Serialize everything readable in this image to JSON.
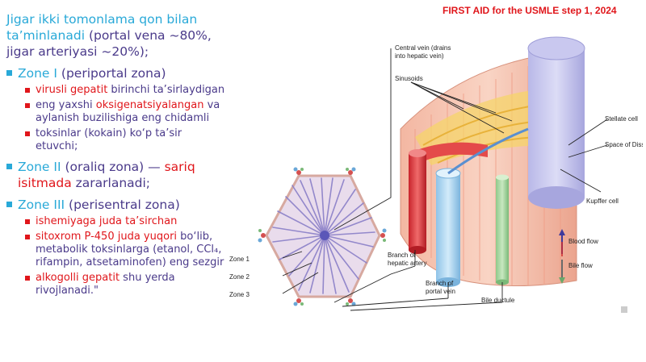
{
  "source": "FIRST AID for the USMLE step 1, 2024",
  "intro": {
    "highlight": "Jigar ikki tomonlama qon bilan ta’minlanadi",
    "rest": " (portal vena ~80%, jigar arteriyasi ~20%);"
  },
  "zone1": {
    "name": "Zone I",
    "rest": " (periportal zona)",
    "items": [
      {
        "red": "virusli gepatit",
        "text": " birinchi ta’sirlaydigan"
      },
      {
        "pre": "eng yaxshi ",
        "red": "oksigenatsiyalangan",
        "text": " va aylanish buzilishiga eng chidamli"
      },
      {
        "text": "toksinlar (kokain) ko‘p ta’sir etuvchi;"
      }
    ]
  },
  "zone2": {
    "name": "Zone II",
    "rest": " (oraliq zona) — ",
    "warn": "sariq isitmada",
    "tail": " zararlanadi;"
  },
  "zone3": {
    "name": "Zone III",
    "rest": " (perisentral zona)",
    "items": [
      {
        "red": "ishemiyaga juda ta’sirchan"
      },
      {
        "red": "sitoxrom P-450 juda yuqori",
        "text": " bo‘lib, metabolik toksinlarga (etanol, CCl₄, rifampin, atsetaminofen) eng sezgir"
      },
      {
        "red": "alkogolli gepatit",
        "text": " shu yerda rivojlanadi.\""
      }
    ]
  },
  "diagram_labels": {
    "central_vein": "Central vein (drains",
    "central_vein2": "into hepatic vein)",
    "sinusoids": "Sinusoids",
    "stellate": "Stellate cell",
    "disse": "Space of Disse",
    "kupffer": "Kupffer cell",
    "zone1": "Zone 1",
    "zone2": "Zone 2",
    "zone3": "Zone 3",
    "hepatic_artery": "Branch of",
    "hepatic_artery2": "hepatic artery",
    "portal_vein": "Branch of",
    "portal_vein2": "portal vein",
    "bile_ductule": "Bile ductule",
    "blood_flow": "Blood flow",
    "bile_flow": "Bile flow"
  },
  "colors": {
    "accent": "#29a9d8",
    "warn": "#e0161b",
    "body": "#4a3a8a"
  }
}
